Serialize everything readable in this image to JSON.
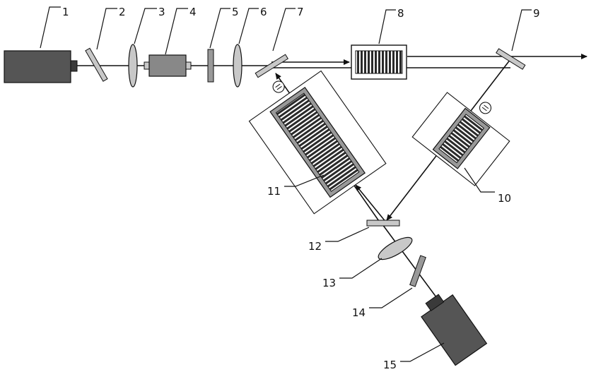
{
  "labels": {
    "l1": "1",
    "l2": "2",
    "l3": "3",
    "l4": "4",
    "l5": "5",
    "l6": "6",
    "l7": "7",
    "l8": "8",
    "l9": "9",
    "l10": "10",
    "l11": "11",
    "l12": "12",
    "l13": "13",
    "l14": "14",
    "l15": "15"
  },
  "colors": {
    "laser_body": "#555555",
    "laser_cap": "#3a3a3a",
    "optic_fill": "#c8c8c8",
    "crystal_stripe": "#2a2a2a",
    "line": "#111111"
  }
}
